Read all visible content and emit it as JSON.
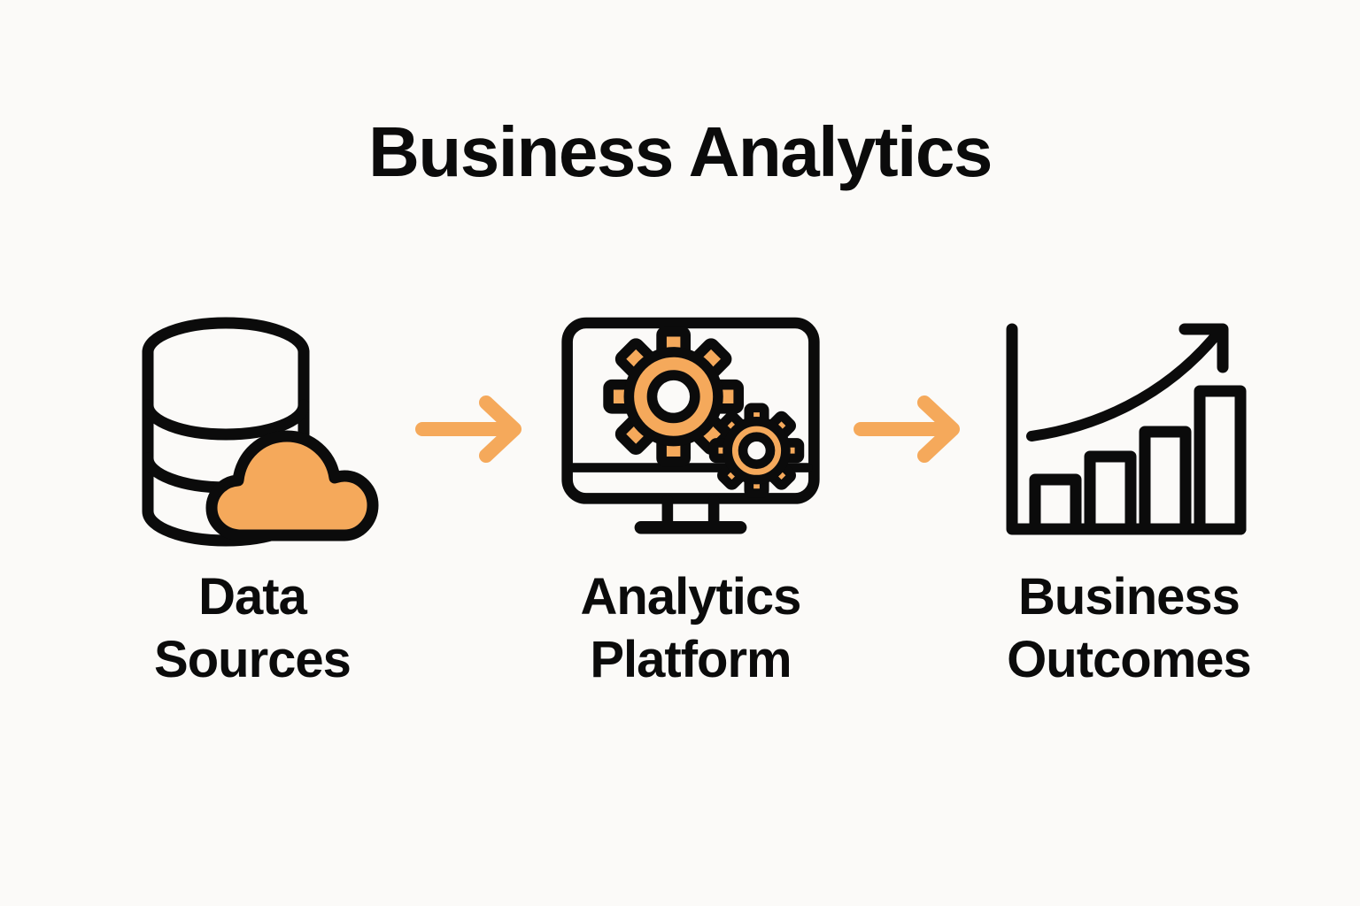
{
  "page": {
    "background_color": "#FBFAF8",
    "title": "Business Analytics",
    "accent_color": "#F5A95B",
    "ink_color": "#0B0B0B"
  },
  "flow": {
    "stages": [
      {
        "id": "data-sources",
        "label": "Data\nSources",
        "icon": "database-cloud-icon",
        "icon_parts": [
          "database-cylinder",
          "cloud"
        ]
      },
      {
        "id": "analytics-platform",
        "label": "Analytics\nPlatform",
        "icon": "monitor-gears-icon",
        "icon_parts": [
          "monitor",
          "gear-large",
          "gear-small"
        ]
      },
      {
        "id": "business-outcomes",
        "label": "Business\nOutcomes",
        "icon": "growth-bar-chart-icon",
        "icon_parts": [
          "axes",
          "bar-1",
          "bar-2",
          "bar-3",
          "bar-4",
          "trend-arrow"
        ]
      }
    ],
    "connectors": [
      {
        "id": "arrow-1",
        "icon": "arrow-right-icon",
        "color": "#F5A95B"
      },
      {
        "id": "arrow-2",
        "icon": "arrow-right-icon",
        "color": "#F5A95B"
      }
    ]
  }
}
